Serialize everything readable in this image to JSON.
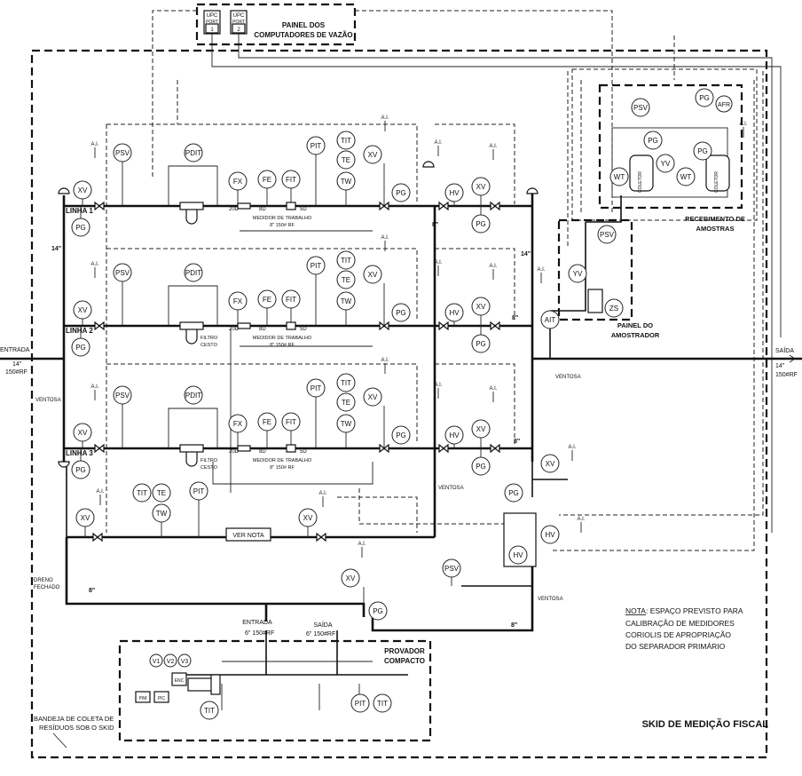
{
  "panel_computers": {
    "title_line1": "PAINEL DOS",
    "title_line2": "COMPUTADORES DE VAZÃO",
    "upc1": {
      "label": "UPC",
      "port": "PORT",
      "num": "1"
    },
    "upc2": {
      "label": "UPC",
      "port": "PORT",
      "num": "2"
    }
  },
  "lines": [
    {
      "name": "LINHA 1"
    },
    {
      "name": "LINHA 2"
    },
    {
      "name": "LINHA 3"
    }
  ],
  "line_labels": {
    "filter": "FILTRO",
    "filter2": "CESTO",
    "meter": "MEDIDOR DE TRABALHO",
    "meter_spec": "8\" 150# RF",
    "d20": "20D",
    "d8": "8D",
    "d5": "5D"
  },
  "instruments_line": [
    "PSV",
    "PDIT",
    "FX",
    "FE",
    "FIT",
    "PIT",
    "TIT",
    "TE",
    "TW",
    "XV",
    "PG",
    "HV"
  ],
  "inst_labels": {
    "psv": "PSV",
    "pdit": "PDIT",
    "fx": "FX",
    "fe": "FE",
    "fit": "FIT",
    "pit": "PIT",
    "tit": "TIT",
    "te": "TE",
    "tw": "TW",
    "xv": "XV",
    "pg": "PG",
    "hv": "HV",
    "ait": "AIT",
    "yv": "YV",
    "zs": "ZS",
    "afr": "AFR",
    "wt": "WT",
    "v1": "V1",
    "v2": "V2",
    "v3": "V3",
    "enc": "ENC",
    "pim": "PIM",
    "pic": "PIC"
  },
  "ai_label": "A.I.",
  "labels": {
    "entrada": "ENTRADA",
    "entrada_spec1": "14\"",
    "entrada_spec2": "150#RF",
    "saida": "SAÍDA",
    "saida_spec1": "14\"",
    "saida_spec2": "150#RF",
    "ventosa": "VENTOSA",
    "dreno1": "DRENO",
    "dreno2": "FECHADO",
    "size14": "14\"",
    "size8": "8\"",
    "ver_nota": "VER NOTA",
    "prov_entrada": "ENTRADA",
    "prov_entrada_spec": "6\" 150#RF",
    "prov_saida": "SAÍDA",
    "prov_saida_spec": "6\" 150#RF",
    "provador1": "PROVADOR",
    "provador2": "COMPACTO",
    "receb1": "RECEBIMENTO DE",
    "receb2": "AMOSTRAS",
    "amostrador1": "PAINEL DO",
    "amostrador2": "AMOSTRADOR",
    "coletor": "COLETOR",
    "bandeja1": "BANDEJA DE COLETA DE",
    "bandeja2": "RESÍDUOS SOB O SKID",
    "skid_title": "SKID DE MEDIÇÃO FISCAL"
  },
  "note": {
    "title": "NOTA",
    "line1": ": ESPAÇO PREVISTO PARA",
    "line2": "CALIBRAÇÃO DE MEDIDORES",
    "line3": "CORIOLIS DE APROPRIAÇÃO",
    "line4": "DO SEPARADOR PRIMÁRIO"
  }
}
